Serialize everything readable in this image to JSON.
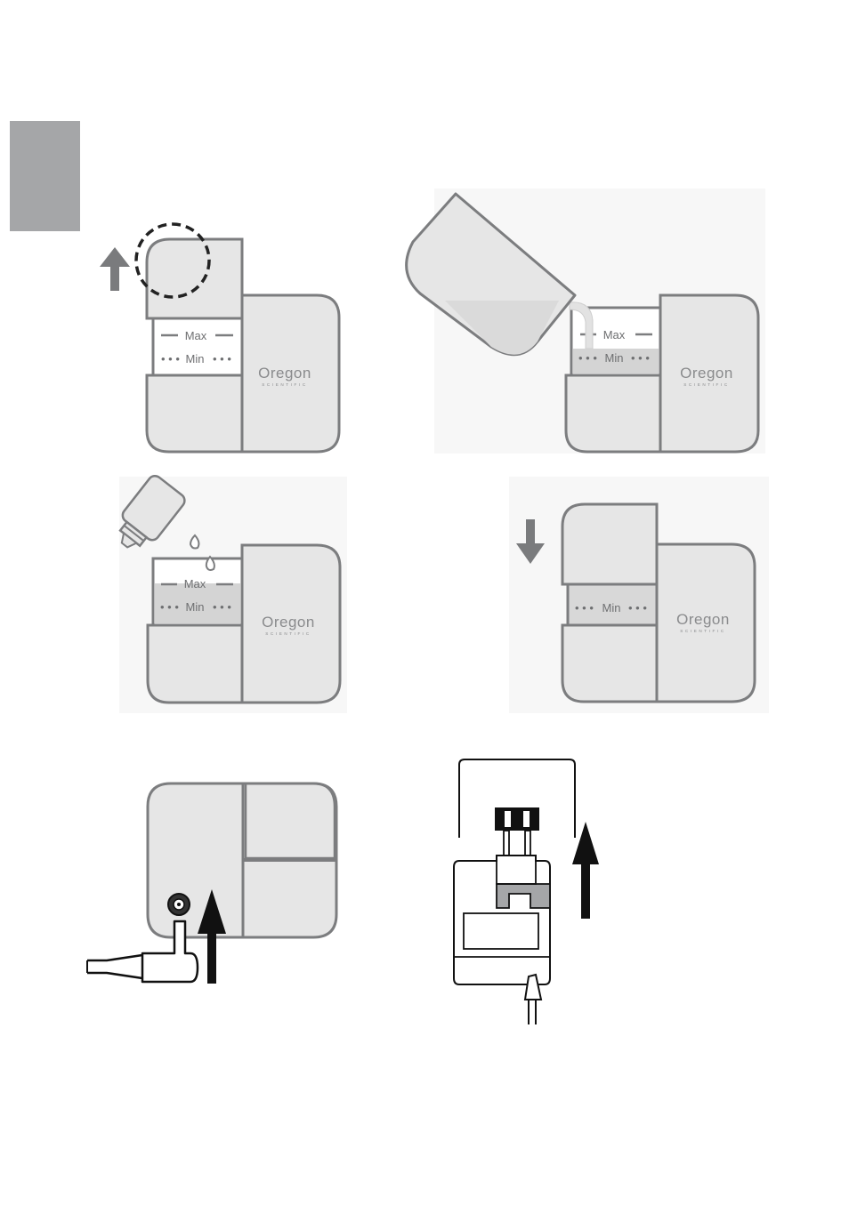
{
  "tank_labels": {
    "max": "Max",
    "min": "Min"
  },
  "brand": {
    "name": "Oregon",
    "sub": "SCIENTIFIC"
  },
  "colors": {
    "panel_bg": "#f7f7f7",
    "body_fill": "#e6e6e6",
    "outline": "#7c7d7f",
    "arrow_gray": "#7a7b7d",
    "arrow_black": "#111111",
    "side_tab": "#a5a6a8"
  },
  "icons": [
    "up-arrow-icon",
    "down-arrow-icon",
    "dashed-circle-icon",
    "water-drop-icon",
    "power-jack-icon",
    "plug-prongs-icon"
  ]
}
